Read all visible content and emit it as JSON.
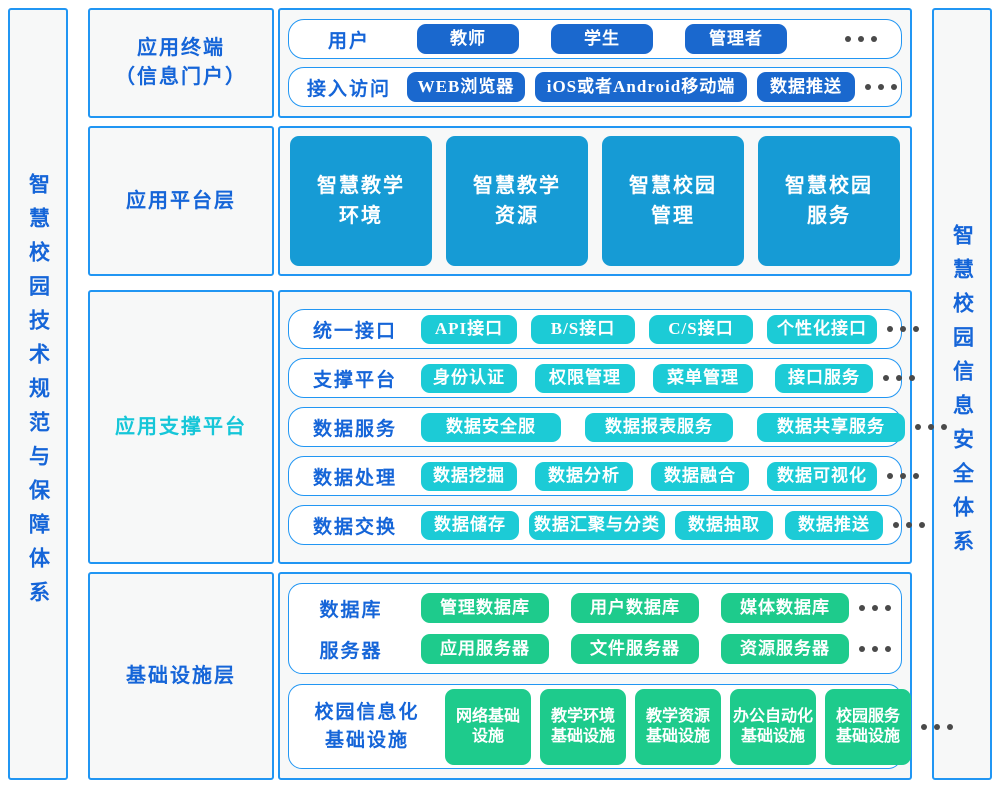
{
  "side": {
    "left_text": "智慧校园技术规范与保障体系",
    "right_text": "智慧校园信息安全体系"
  },
  "colors": {
    "frame_border": "#2196f3",
    "title_blue": "#1565d8",
    "pill_blue": "#1a68ce",
    "pill_cyan": "#1ccbd6",
    "pill_green": "#1ecb8c",
    "bigbox_blue": "#169bd5",
    "panel_bg": "#f7f8f8"
  },
  "layers": {
    "terminal": {
      "label": "应用终端\n（信息门户）",
      "label_line1": "应用终端",
      "label_line2": "（信息门户）",
      "rows": [
        {
          "title": "用户",
          "pills": [
            "教师",
            "学生",
            "管理者"
          ],
          "more": "…"
        },
        {
          "title": "接入访问",
          "pills": [
            "WEB浏览器",
            "iOS或者Android移动端",
            "数据推送"
          ],
          "more": "…"
        }
      ]
    },
    "platform": {
      "label": "应用平台层",
      "boxes": [
        {
          "line1": "智慧教学",
          "line2": "环境"
        },
        {
          "line1": "智慧教学",
          "line2": "资源"
        },
        {
          "line1": "智慧校园",
          "line2": "管理"
        },
        {
          "line1": "智慧校园",
          "line2": "服务"
        }
      ]
    },
    "support": {
      "label": "应用支撑平台",
      "rows": [
        {
          "title": "统一接口",
          "pills": [
            "API接口",
            "B/S接口",
            "C/S接口",
            "个性化接口"
          ],
          "more": "…"
        },
        {
          "title": "支撑平台",
          "pills": [
            "身份认证",
            "权限管理",
            "菜单管理",
            "接口服务"
          ],
          "more": "…"
        },
        {
          "title": "数据服务",
          "pills": [
            "数据安全服",
            "数据报表服务",
            "数据共享服务"
          ],
          "more": "…"
        },
        {
          "title": "数据处理",
          "pills": [
            "数据挖掘",
            "数据分析",
            "数据融合",
            "数据可视化"
          ],
          "more": "…"
        },
        {
          "title": "数据交换",
          "pills": [
            "数据储存",
            "数据汇聚与分类",
            "数据抽取",
            "数据推送"
          ],
          "more": "…"
        }
      ]
    },
    "infrastructure": {
      "label": "基础设施层",
      "top_rows": [
        {
          "title": "数据库",
          "pills": [
            "管理数据库",
            "用户数据库",
            "媒体数据库"
          ],
          "more": "…"
        },
        {
          "title": "服务器",
          "pills": [
            "应用服务器",
            "文件服务器",
            "资源服务器"
          ],
          "more": "…"
        }
      ],
      "bottom_row": {
        "title_line1": "校园信息化",
        "title_line2": "基础设施",
        "pills": [
          {
            "line1": "网络基础",
            "line2": "设施"
          },
          {
            "line1": "教学环境",
            "line2": "基础设施"
          },
          {
            "line1": "教学资源",
            "line2": "基础设施"
          },
          {
            "line1": "办公自动化",
            "line2": "基础设施"
          },
          {
            "line1": "校园服务",
            "line2": "基础设施"
          }
        ],
        "more": "…"
      }
    }
  }
}
